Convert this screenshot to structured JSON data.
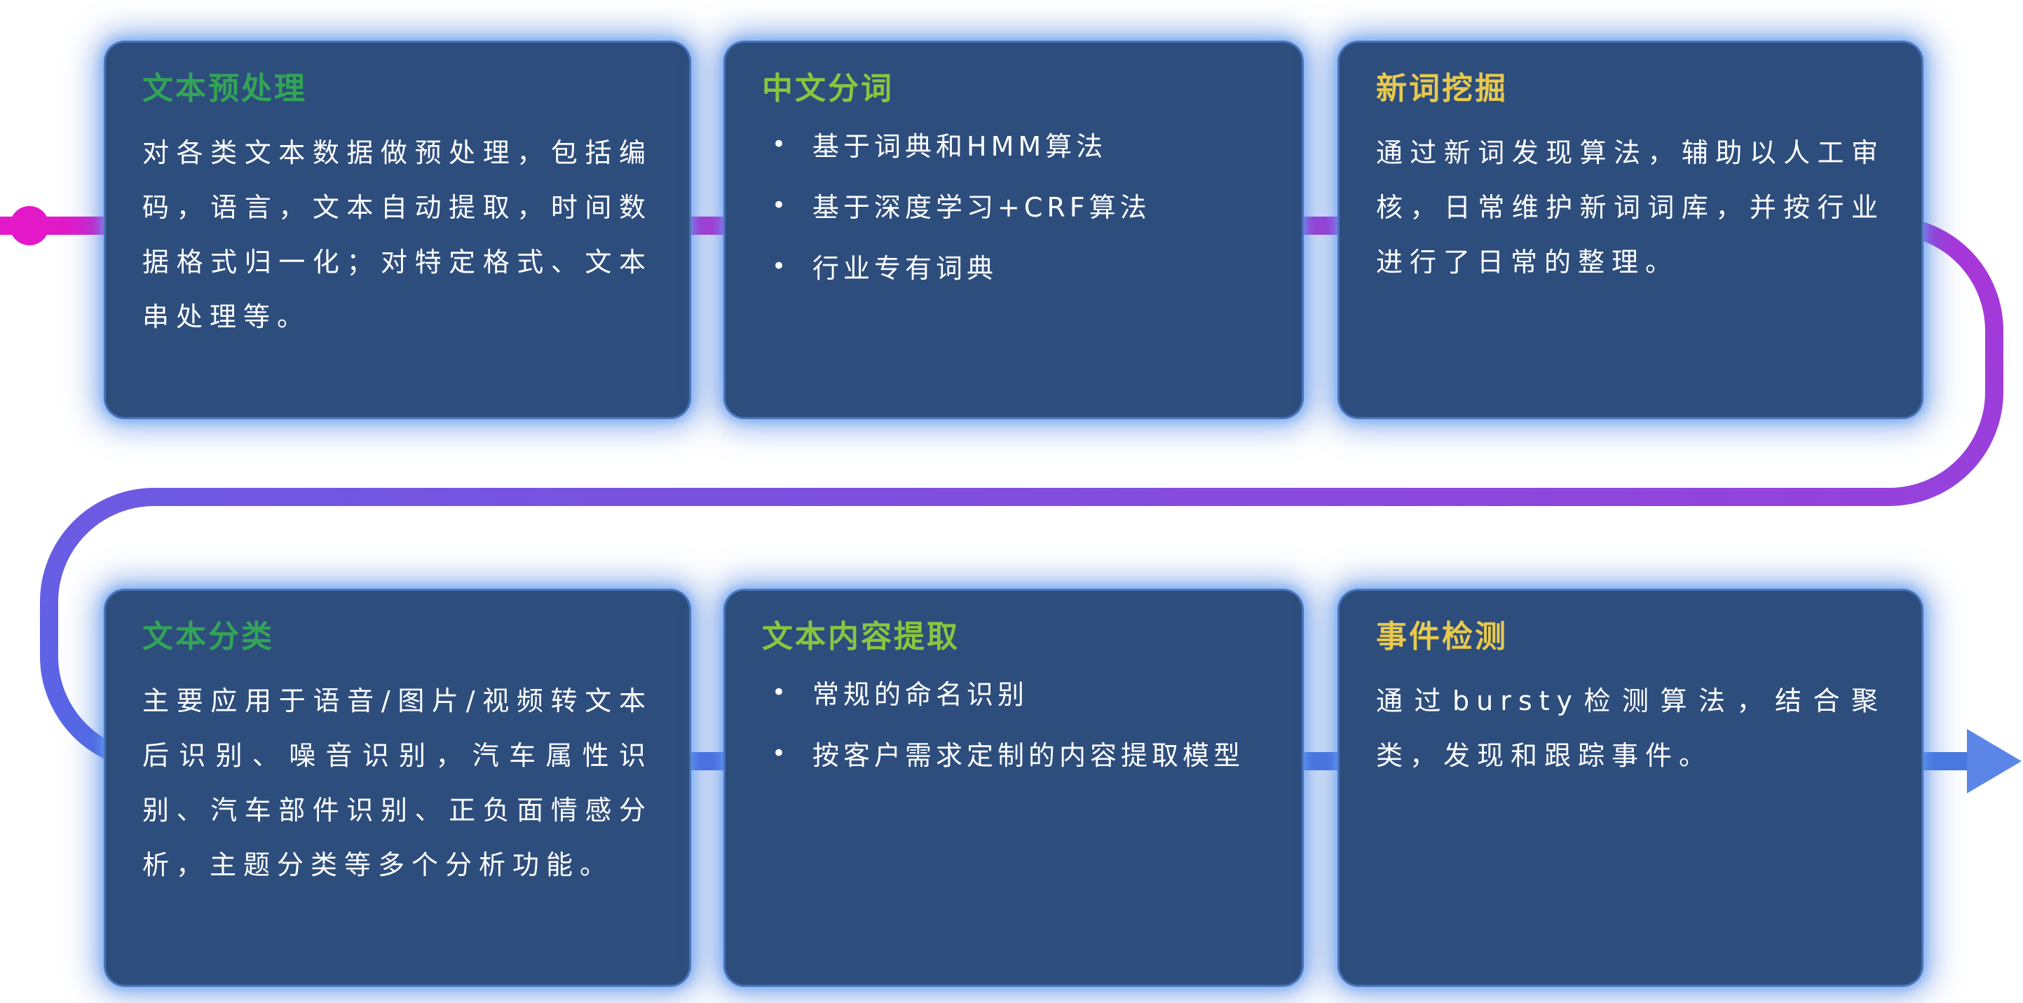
{
  "diagram": {
    "description_colors": {
      "card_background": "#2d4d7d",
      "card_glow": "#4d7fd2",
      "title_green": "#33a457",
      "title_lime": "#8bc53f",
      "title_yellow": "#e8c94d",
      "body_text": "#ffffff",
      "flow_start_magenta": "#e318c8",
      "flow_mid_purple": "#9542dc",
      "flow_end_blue": "#4a78e0",
      "flow_arrow_blue": "#5b86e8"
    }
  },
  "cards": [
    {
      "title": "文本预处理",
      "title_color": "green",
      "body": "对各类文本数据做预处理，包括编码，语言，文本自动提取，时间数据格式归一化；对特定格式、文本串处理等。"
    },
    {
      "title": "中文分词",
      "title_color": "lime",
      "bullets": [
        "基于词典和HMM算法",
        "基于深度学习+CRF算法",
        "行业专有词典"
      ]
    },
    {
      "title": "新词挖掘",
      "title_color": "yellow",
      "body": "通过新词发现算法，辅助以人工审核，日常维护新词词库，并按行业进行了日常的整理。"
    },
    {
      "title": "文本分类",
      "title_color": "green",
      "body": "主要应用于语音/图片/视频转文本后识别、噪音识别，汽车属性识别、汽车部件识别、正负面情感分析，主题分类等多个分析功能。"
    },
    {
      "title": "文本内容提取",
      "title_color": "lime",
      "bullets": [
        "常规的命名识别",
        "按客户需求定制的内容提取模型"
      ]
    },
    {
      "title": "事件检测",
      "title_color": "yellow",
      "body": "通过bursty检测算法，结合聚类，发现和跟踪事件。"
    }
  ]
}
